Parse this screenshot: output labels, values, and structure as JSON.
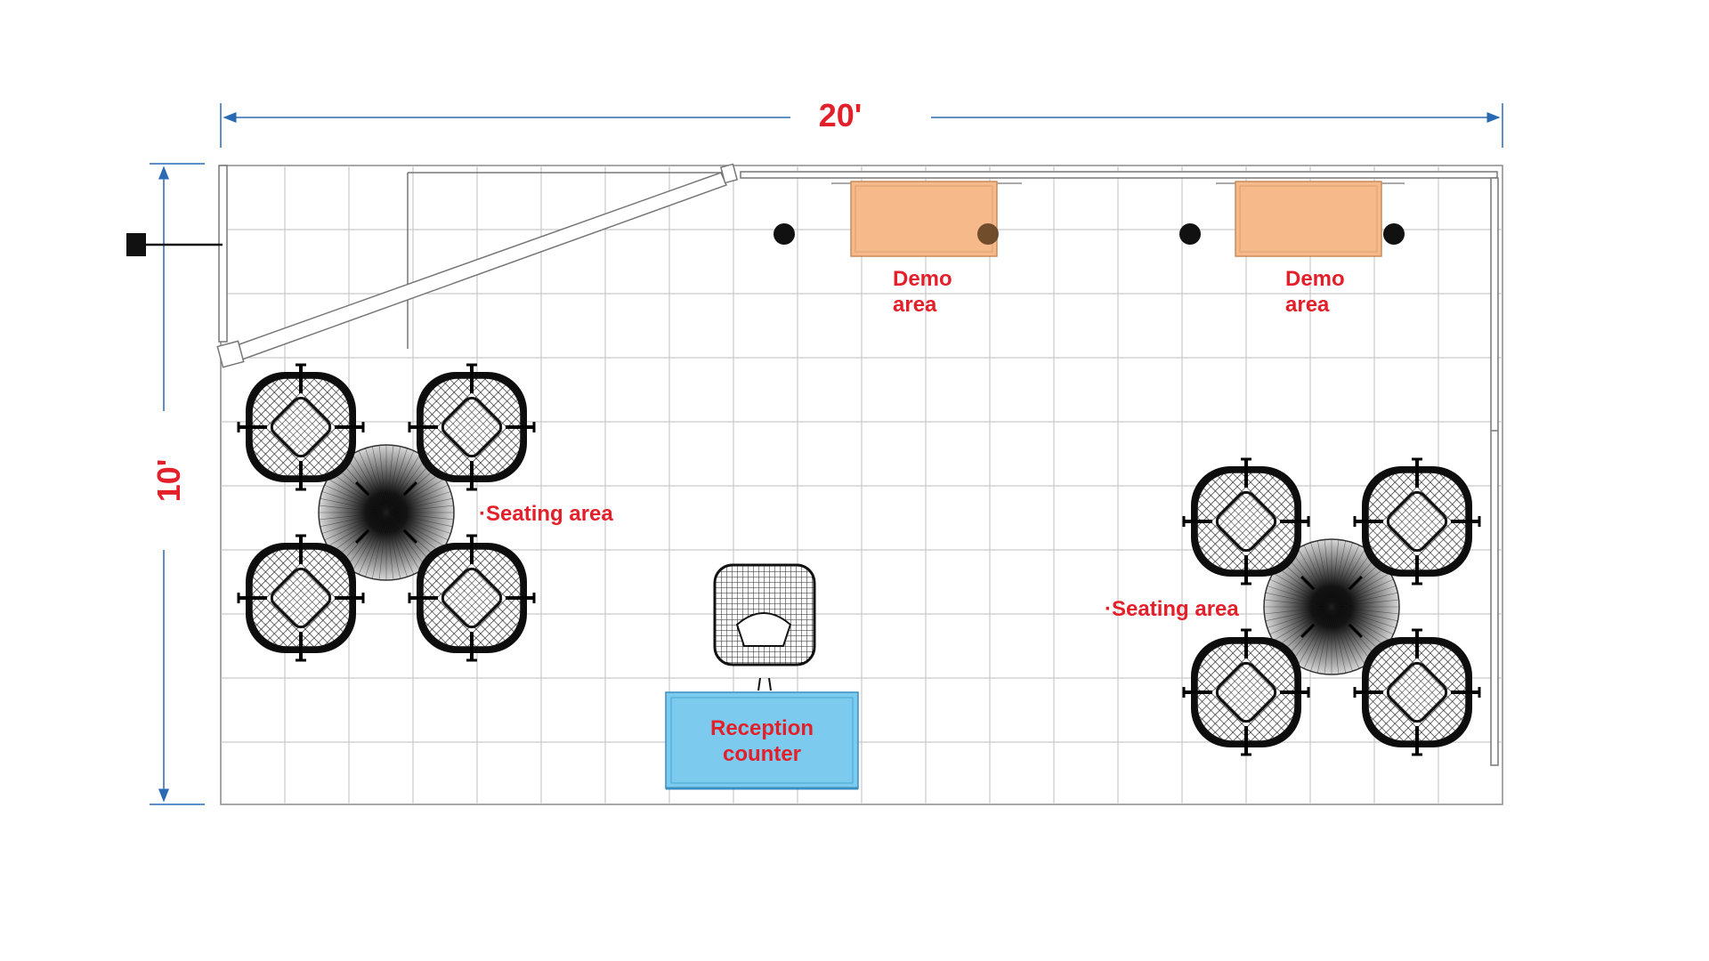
{
  "dimensions": {
    "width": "20'",
    "depth": "10'"
  },
  "zones": {
    "demo_1": {
      "line1": "Demo",
      "line2": "area"
    },
    "demo_2": {
      "line1": "Demo",
      "line2": "area"
    },
    "seating_1": "·Seating area",
    "seating_2": "·Seating area",
    "reception": {
      "line1": "Reception",
      "line2": "counter"
    }
  },
  "colors": {
    "dimension_arrow": "#2a6ab3",
    "label_text": "#e3202a",
    "demo_table_fill": "#f6b98a",
    "demo_table_stroke": "#c98a5a",
    "reception_fill": "#7ccbef",
    "reception_stroke": "#3b8fbf",
    "grid_line": "#b9b9b9",
    "furniture": "#111111"
  }
}
